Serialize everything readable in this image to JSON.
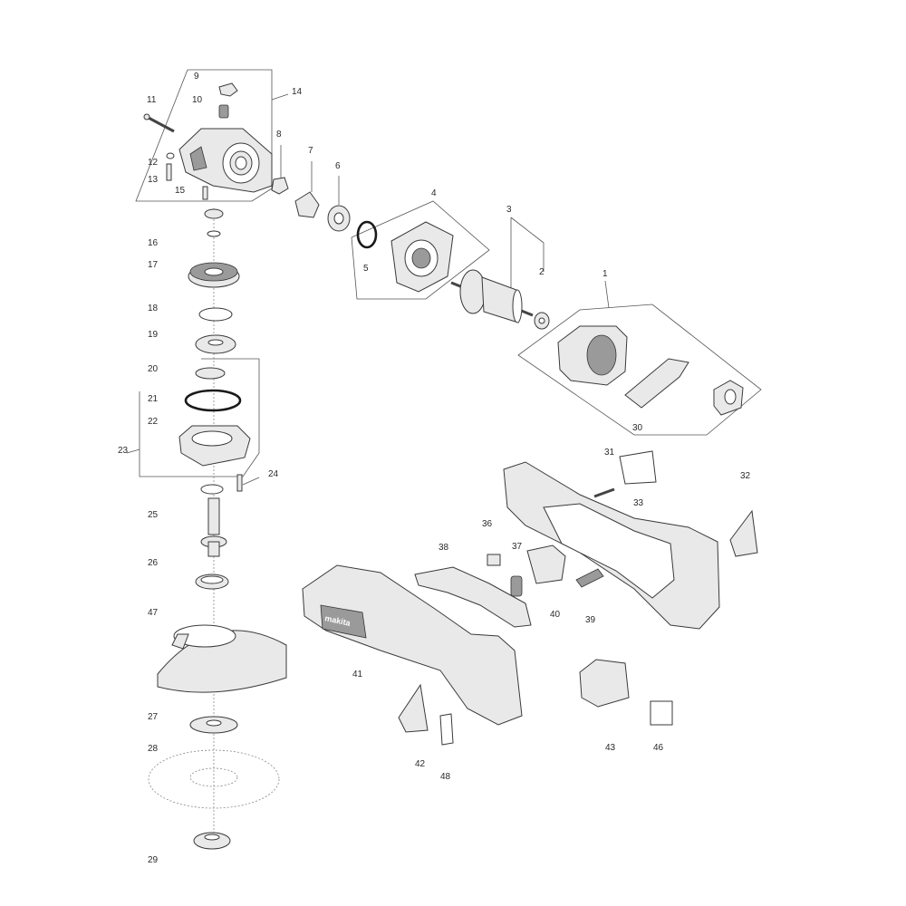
{
  "labels": {
    "1": "1",
    "2": "2",
    "3": "3",
    "4": "4",
    "5": "5",
    "6": "6",
    "7": "7",
    "8": "8",
    "9": "9",
    "10": "10",
    "11": "11",
    "12": "12",
    "13": "13",
    "14": "14",
    "15": "15",
    "16": "16",
    "17": "17",
    "18": "18",
    "19": "19",
    "20": "20",
    "21": "21",
    "22": "22",
    "23": "23",
    "24": "24",
    "25": "25",
    "26": "26",
    "27": "27",
    "28": "28",
    "29": "29",
    "30": "30",
    "31": "31",
    "32": "32",
    "33": "33",
    "36": "36",
    "37": "37",
    "38": "38",
    "39": "39",
    "40": "40",
    "41": "41",
    "42": "42",
    "43": "43",
    "46": "46",
    "47": "47",
    "48": "48"
  },
  "brand_mark": "makita"
}
